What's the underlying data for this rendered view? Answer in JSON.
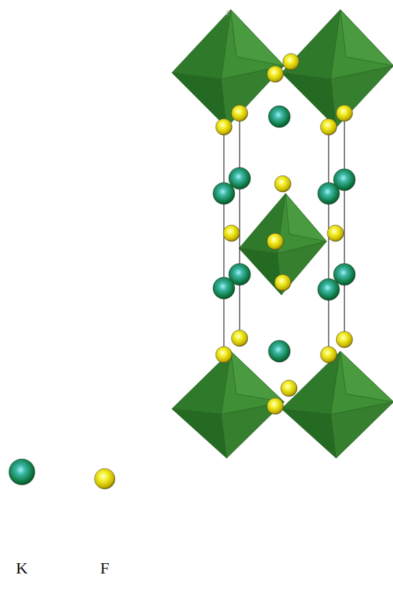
{
  "diagram": {
    "labels": [
      "z"
    ],
    "legend": [
      {
        "text": "K"
      },
      {
        "text": "F"
      }
    ]
  }
}
